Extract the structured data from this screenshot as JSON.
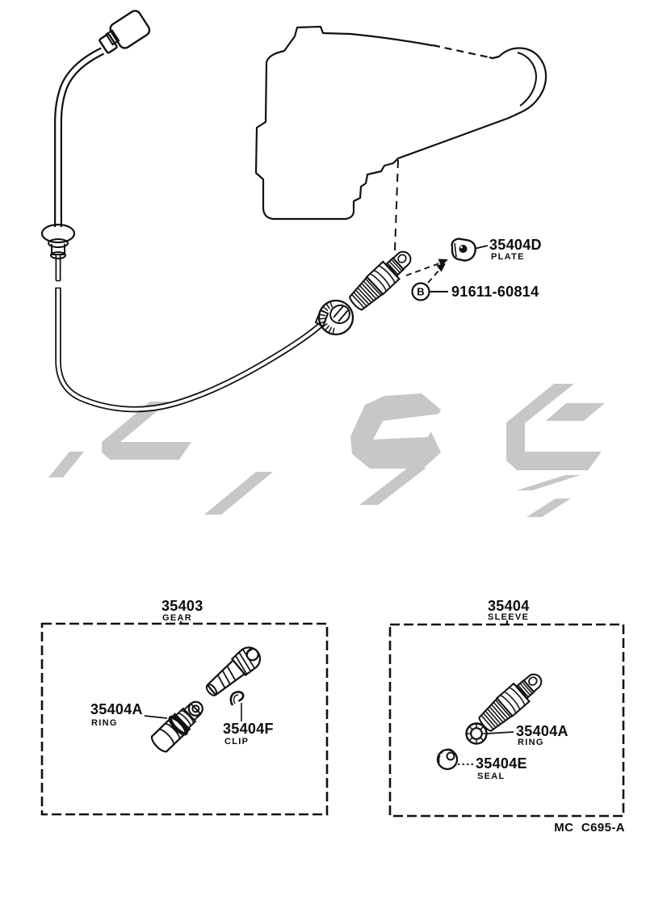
{
  "page": {
    "background": "#ffffff",
    "line_color": "#111111",
    "watermark_color": "#c7c7c7",
    "footer_code": "MC C695-A"
  },
  "callouts": {
    "plate": {
      "code": "35404D",
      "label": "PLATE"
    },
    "bolt": {
      "marker": "B",
      "code": "91611-60814"
    }
  },
  "boxes": {
    "gear": {
      "code": "35403",
      "label": "GEAR",
      "parts": {
        "ring": {
          "code": "35404A",
          "label": "RING"
        },
        "clip": {
          "code": "35404F",
          "label": "CLIP"
        }
      }
    },
    "sleeve": {
      "code": "35404",
      "label": "SLEEVE",
      "parts": {
        "ring": {
          "code": "35404A",
          "label": "RING"
        },
        "seal": {
          "code": "35404E",
          "label": "SEAL"
        }
      }
    }
  }
}
